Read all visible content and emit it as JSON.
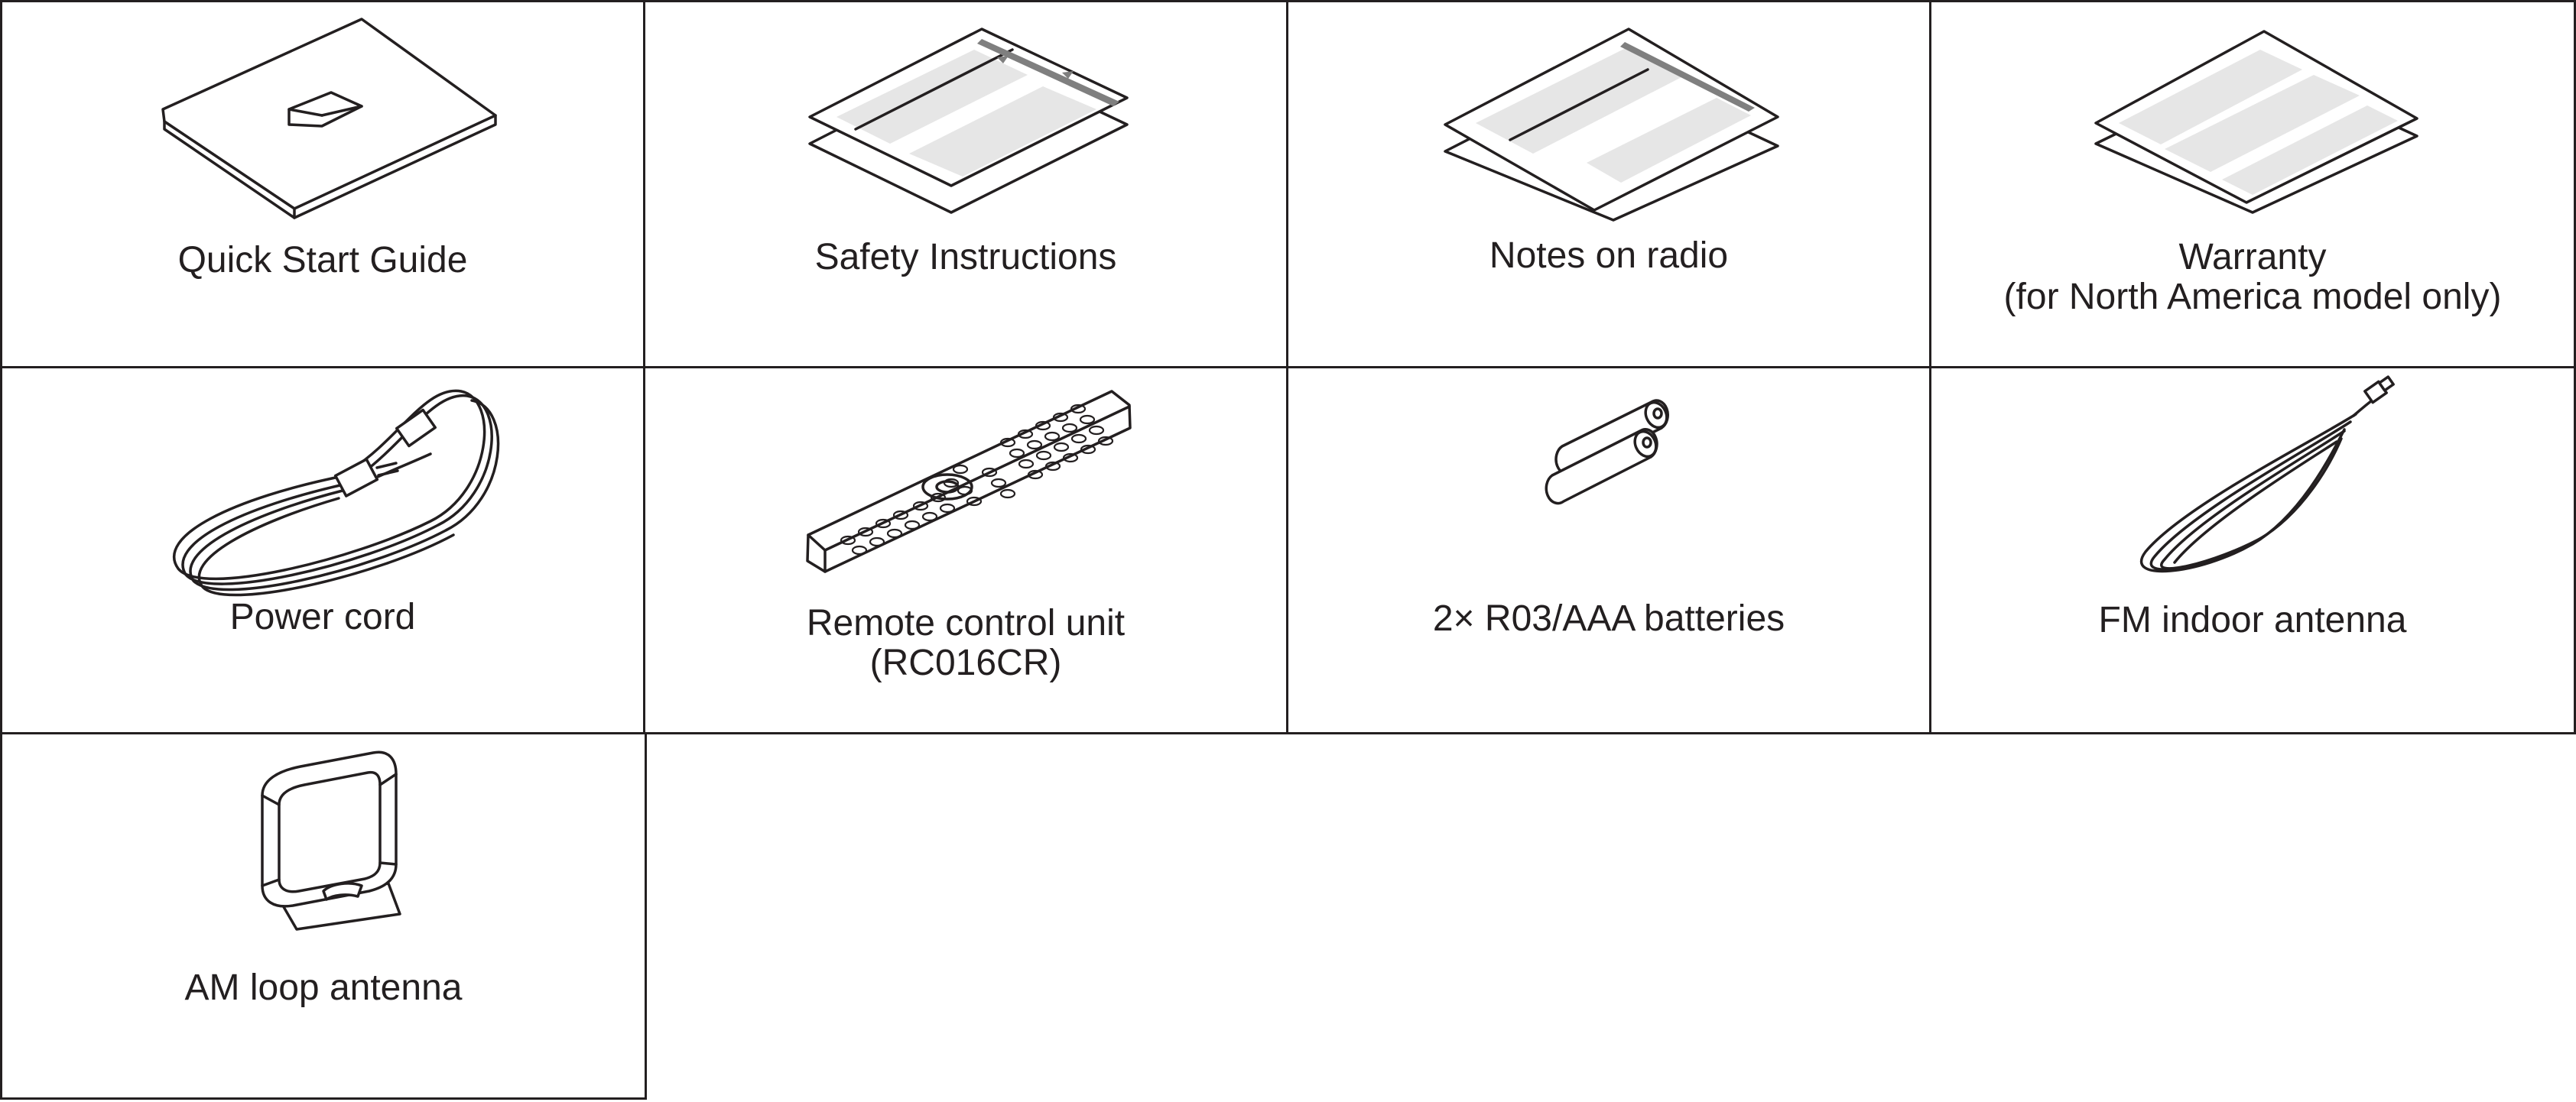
{
  "items": [
    {
      "id": "quick-start-guide",
      "lines": [
        "Quick Start Guide"
      ],
      "icon": "booklet-icon"
    },
    {
      "id": "safety-instructions",
      "lines": [
        "Safety Instructions"
      ],
      "icon": "folded-leaflet-icon"
    },
    {
      "id": "notes-on-radio",
      "lines": [
        "Notes on radio"
      ],
      "icon": "folded-sheet-icon"
    },
    {
      "id": "warranty",
      "lines": [
        "Warranty",
        "(for North America model only)"
      ],
      "icon": "warranty-sheet-icon"
    },
    {
      "id": "power-cord",
      "lines": [
        "Power cord"
      ],
      "icon": "power-cord-icon"
    },
    {
      "id": "remote-control-unit",
      "lines": [
        "Remote control unit",
        "(RC016CR)"
      ],
      "icon": "remote-control-icon"
    },
    {
      "id": "batteries",
      "lines": [
        "2× R03/AAA batteries"
      ],
      "icon": "batteries-icon"
    },
    {
      "id": "fm-indoor-antenna",
      "lines": [
        "FM indoor antenna"
      ],
      "icon": "fm-antenna-icon"
    },
    {
      "id": "am-loop-antenna",
      "lines": [
        "AM loop antenna"
      ],
      "icon": "am-loop-antenna-icon"
    }
  ]
}
